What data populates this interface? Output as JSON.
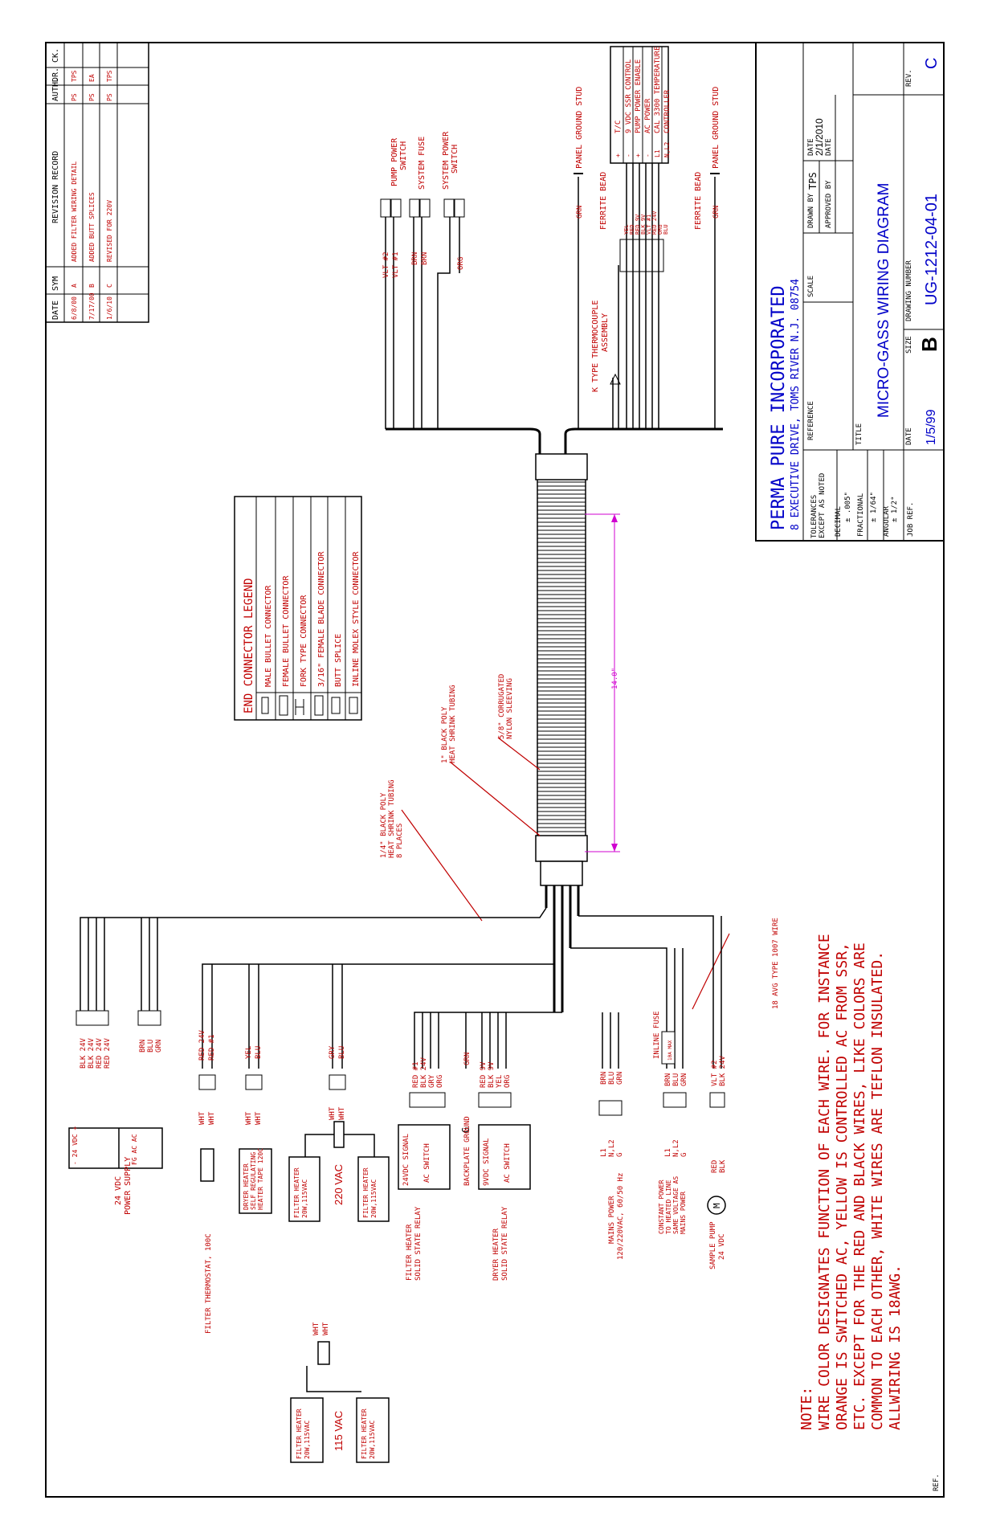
{
  "revision_record": {
    "headers": {
      "date": "DATE",
      "sym": "SYM",
      "revision": "REVISION RECORD",
      "auth": "AUTH.",
      "dr": "DR.",
      "ck": "CK."
    },
    "rows": [
      {
        "date": "6/8/00",
        "sym": "A",
        "desc": "ADDED FILTER WIRING DETAIL",
        "auth": "PS",
        "dr": "TPS"
      },
      {
        "date": "7/17/00",
        "sym": "B",
        "desc": "ADDED BUTT SPLICES",
        "auth": "PS",
        "dr": "EA"
      },
      {
        "date": "1/6/10",
        "sym": "C",
        "desc": "REVISED FOR 220V",
        "auth": "PS",
        "dr": "TPS"
      }
    ]
  },
  "top_labels": {
    "pump_power_switch": [
      "PUMP POWER",
      "SWITCH"
    ],
    "system_fuse": "SYSTEM FUSE",
    "system_power_switch": [
      "SYSTEM POWER",
      "SWITCH"
    ],
    "panel_ground_stud_1": "PANEL GROUND STUD",
    "panel_ground_stud_2": "PANEL GROUND STUD",
    "ferrite_bead_1": "FERRITE BEAD",
    "ferrite_bead_2": "FERRITE BEAD",
    "thermocouple": [
      "K TYPE THERMOCOUPLE",
      "ASSEMBLY"
    ],
    "wire_vlt2": "VLT #2",
    "wire_vlt1": "VLT #1",
    "wire_brn": "BRN",
    "wire_brn2": "BRN",
    "wire_org": "ORG",
    "wire_grn1": "GRN",
    "wire_grn2": "GRN",
    "controller_terminals": [
      "T/C",
      "9 VDC SSR CONTROL",
      "PUMP POWER ENABLE",
      "AC POWER",
      "CAL 3300 TEMPERATURE",
      "CONTROLLER"
    ],
    "controller_pins": [
      "+",
      "-",
      "+",
      "-",
      "L1",
      "N,L2"
    ],
    "controller_wire_colors": [
      "YEL",
      "RED",
      "RED 9V",
      "BLK 9V",
      "VLT #1",
      "RED 24V",
      "ORG",
      "BLU"
    ]
  },
  "legend": {
    "title": "END CONNECTOR LEGEND",
    "items": [
      "MALE BULLET CONNECTOR",
      "FEMALE BULLET CONNECTOR",
      "FORK TYPE CONNECTOR",
      "3/16\" FEMALE BLADE CONNECTOR",
      "BUTT SPLICE",
      "INLINE MOLEX STYLE CONNECTOR"
    ]
  },
  "harness": {
    "heat_shrink_small": [
      "1/4\" BLACK POLY",
      "HEAT SHRINK TUBING",
      "8 PLACES"
    ],
    "heat_shrink_large": [
      "1\" BLACK POLY",
      "HEAT SHRINK TUBING"
    ],
    "sleeving": [
      "5/8\" CORRUGATED",
      "NYLON SLEEVING"
    ],
    "length": "14.0\"",
    "wire_type": "18 AVG TYPE 1007 WIRE"
  },
  "components": {
    "power_supply": {
      "label": [
        "24 VDC",
        "POWER SUPPLY"
      ],
      "terminals": [
        "-",
        "-",
        "+",
        "+",
        "",
        "FG",
        "AC",
        "AC"
      ],
      "terminal_labels": [
        "- 24 VDC +",
        "FG AC AC"
      ],
      "wires": [
        "BLK 24V",
        "BLK 24V",
        "RED 24V",
        "RED 24V",
        "BRN",
        "BLU",
        "GRN"
      ]
    },
    "filter_thermostat": {
      "label": "FILTER THERMOSTAT, 100C",
      "wires": [
        "RED 24V",
        "RED #1"
      ],
      "wht": [
        "WHT",
        "WHT"
      ]
    },
    "dryer_heater_tape": {
      "label": [
        "DRYER HEATER",
        "SELF REGULATING",
        "HEATER TAPE 120C"
      ],
      "wires": [
        "YEL",
        "BLU"
      ],
      "wht": [
        "WHT",
        "WHT"
      ]
    },
    "filter_220": {
      "label": "220 VAC",
      "heater": [
        "FILTER HEATER",
        "20W,115VAC"
      ],
      "wires": [
        "GRY",
        "BLU"
      ],
      "wht": [
        "WHT",
        "WHT"
      ]
    },
    "filter_115": {
      "label": "115 VAC",
      "heater": [
        "FILTER HEATER",
        "20W,115VAC"
      ],
      "wht": [
        "WHT",
        "WHT"
      ]
    },
    "filter_ssr": {
      "label": [
        "FILTER HEATER",
        "SOLID STATE RELAY"
      ],
      "box": [
        "24VDC SIGNAL",
        "AC SWITCH"
      ],
      "wires": [
        "RED #1",
        "BLK 24V",
        "GRY",
        "ORG"
      ]
    },
    "backplate": {
      "label": "BACKPLATE GROUND",
      "symbol": "G",
      "wire": "GRN"
    },
    "dryer_ssr": {
      "label": [
        "DRYER HEATER",
        "SOLID STATE RELAY"
      ],
      "box": [
        "9VDC SIGNAL",
        "AC SWITCH"
      ],
      "wires": [
        "RED 9V",
        "BLK 9V",
        "YEL",
        "ORG"
      ]
    },
    "mains": {
      "label": [
        "MAINS POWER",
        "120/220VAC, 60/50 Hz"
      ],
      "pins": [
        "L1",
        "N,L2",
        "G"
      ],
      "wires": [
        "BRN",
        "BLU",
        "GRN"
      ]
    },
    "heated_line": {
      "label": [
        "CONSTANT POWER",
        "TO HEATED LINE",
        "SAME VOLTAGE AS",
        "MAINS POWER"
      ],
      "pins": [
        "L1",
        "N,L2",
        "G"
      ],
      "wires": [
        "BRN",
        "BLU",
        "GRN"
      ],
      "fuse": "INLINE FUSE",
      "fuse_rating": "10A MAX"
    },
    "pump": {
      "label": [
        "SAMPLE PUMP",
        "24 VDC"
      ],
      "symbol": "M",
      "wires": [
        "VLT #2",
        "BLK 24V"
      ],
      "pump_wires": [
        "RED",
        "BLK"
      ]
    }
  },
  "note": {
    "heading": "NOTE:",
    "lines": [
      "WIRE COLOR DESIGNATES FUNCTION OF EACH WIRE. FOR INSTANCE",
      "ORANGE IS SWITCHED AC, YELLOW IS CONTROLLED AC FROM SSR,",
      "ETC. EXCEPT FOR THE RED AND BLACK WIRES, LIKE COLORS ARE",
      "COMMON TO EACH OTHER, WHITE WIRES ARE TEFLON INSULATED.",
      "ALLWIRING IS 18AWG."
    ]
  },
  "title_block": {
    "company": "PERMA PURE INCORPORATED",
    "address": "8 EXECUTIVE DRIVE, TOMS RIVER N.J. 08754",
    "tolerances": [
      "TOLERANCES",
      "EXCEPT AS NOTED"
    ],
    "decimal_label": "DECIMAL",
    "decimal_value": "± .005\"",
    "fractional_label": "FRACTIONAL",
    "fractional_value": "± 1/64\"",
    "angular_label": "ANGULAR",
    "angular_value": "± 1/2°",
    "job_ref": "JOB REF.",
    "reference": "REFERENCE",
    "scale": "SCALE",
    "drawn_by_label": "DRAWN BY",
    "drawn_by": "TPS",
    "date_label": "DATE",
    "drawn_date": "2/1/2010",
    "approved_by_label": "APPROVED BY",
    "approved_date_label": "DATE",
    "title_label": "TITLE",
    "title": "MICRO-GASS WIRING DIAGRAM",
    "date_label2": "DATE",
    "date": "1/5/99",
    "size_label": "SIZE",
    "size": "B",
    "drawing_number_label": "DRAWING NUMBER",
    "drawing_number": "UG-1212-04-01",
    "rev_label": "REV.",
    "rev": "C"
  },
  "ref": "REF.",
  "colors": {
    "line": "#000000",
    "label": "#c00000",
    "title": "#0000c8",
    "dimension": "#d000d0"
  }
}
